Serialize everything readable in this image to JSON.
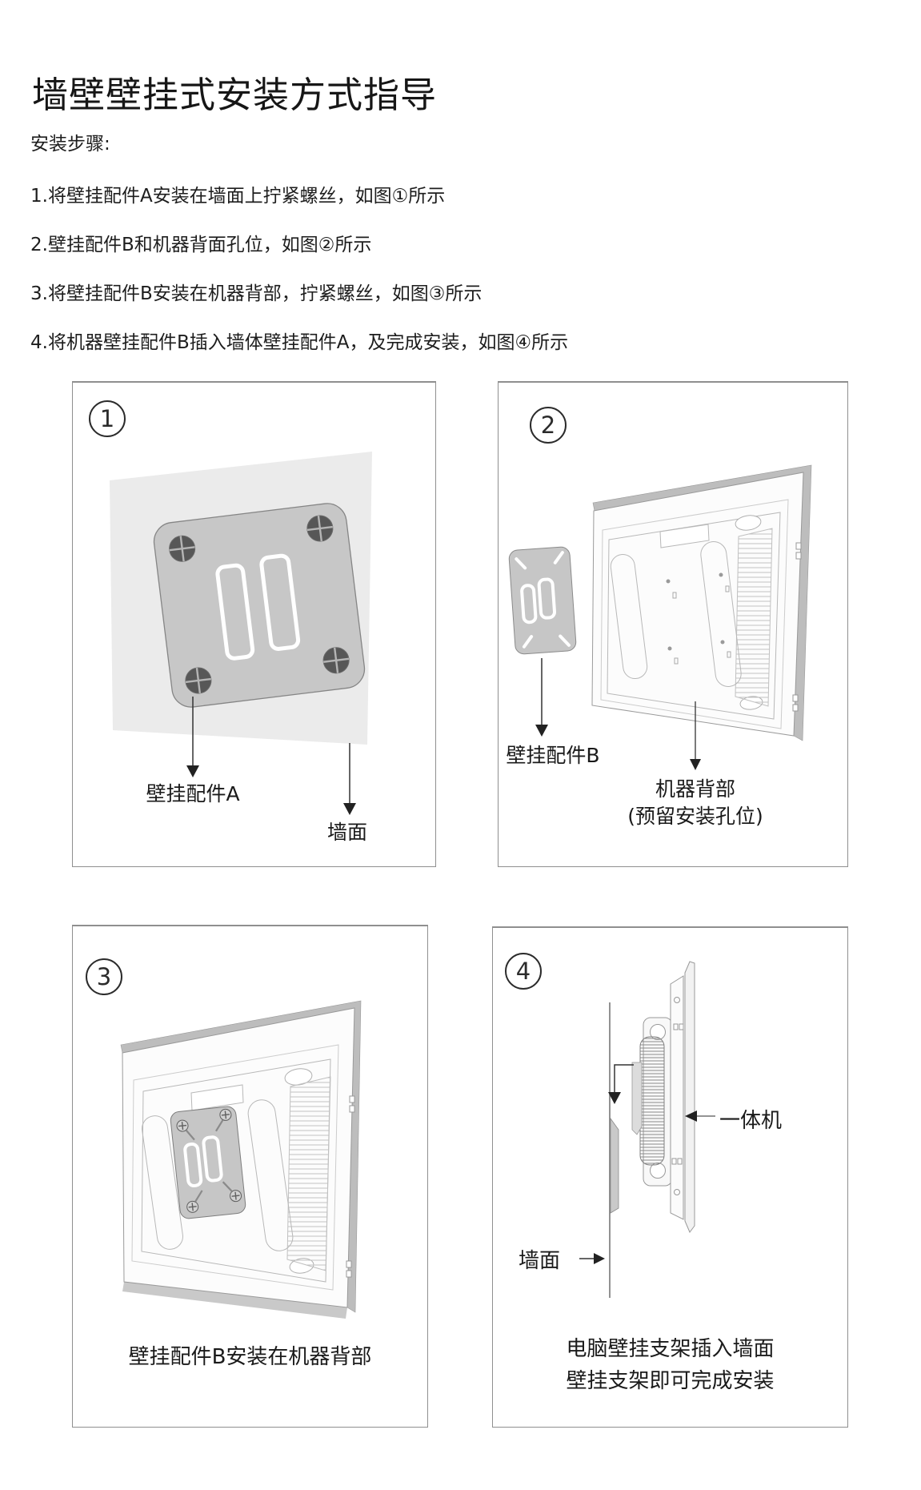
{
  "page": {
    "title": "墙壁壁挂式安装方式指导",
    "steps_heading": "安装步骤:",
    "steps": [
      "1.将壁挂配件A安装在墙面上拧紧螺丝，如图①所示",
      "2.壁挂配件B和机器背面孔位，如图②所示",
      "3.将壁挂配件B安装在机器背部，拧紧螺丝，如图③所示",
      "4.将机器壁挂配件B插入墙体壁挂配件A，及完成安装，如图④所示"
    ]
  },
  "figures": {
    "fig1": {
      "number": "1",
      "label_bracket_a": "壁挂配件A",
      "label_wall": "墙面"
    },
    "fig2": {
      "number": "2",
      "label_bracket_b": "壁挂配件B",
      "label_machine_line1": "机器背部",
      "label_machine_line2": "(预留安装孔位)"
    },
    "fig3": {
      "number": "3",
      "caption": "壁挂配件B安装在机器背部"
    },
    "fig4": {
      "number": "4",
      "label_machine": "一体机",
      "label_wall": "墙面",
      "caption_line1": "电脑壁挂支架插入墙面",
      "caption_line2": "壁挂支架即可完成安装"
    }
  },
  "colors": {
    "bracket_fill": "#c7c7c7",
    "wall_fill": "#ebebeb",
    "screw_fill": "#575757",
    "outline_gray": "#9a9a9a",
    "bezel_band": "#bdbdbd",
    "text": "#1a1a1a"
  }
}
